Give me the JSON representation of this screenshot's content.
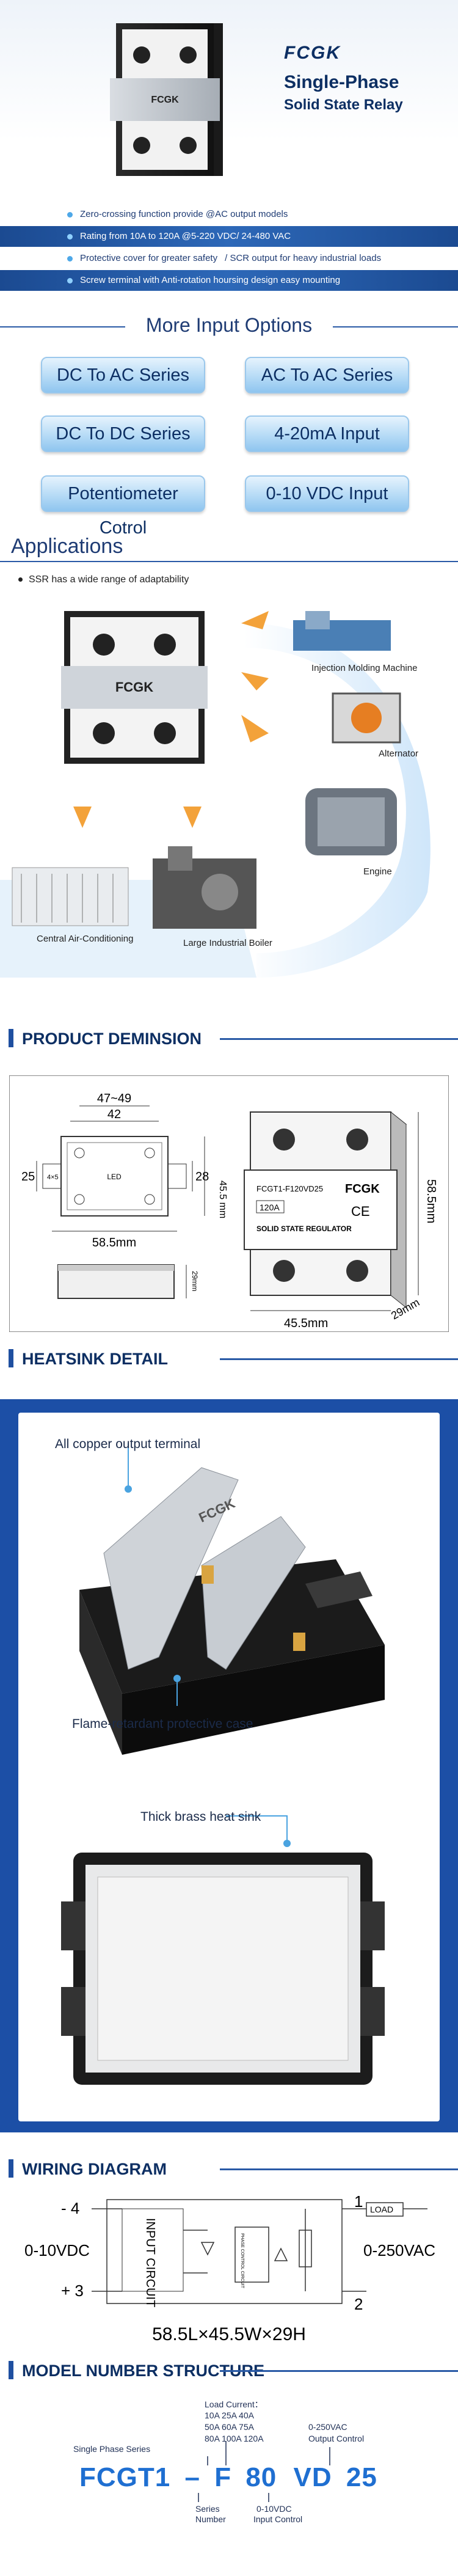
{
  "hero": {
    "brand": "FCGK",
    "title": "Single-Phase",
    "subtitle": "Solid State Relay",
    "device_brand": "FCGK",
    "features": [
      "Zero-crossing function provide @AC output models",
      "Rating from 10A to 120A @5-220 VDC/ 24-480 VAC",
      "Protective cover for greater safety",
      "/ SCR output for heavy industrial loads",
      "Screw terminal with  Anti-rotation hoursing design easy mounting"
    ]
  },
  "more_input": {
    "title": "More Input Options",
    "options": [
      "DC To AC Series",
      "AC To AC Series",
      "DC To DC Series",
      "4-20mA Input",
      "Potentiometer Cotrol",
      "0-10 VDC Input"
    ]
  },
  "applications": {
    "title": "Applications",
    "note": "SSR has a wide range of adaptability",
    "device_brand": "FCGK",
    "items": [
      "Injection Molding Machine",
      "Alternator",
      "Engine",
      "Central Air-Conditioning",
      "Large Industrial Boiler"
    ]
  },
  "dimension": {
    "title": "PRODUCT DEMINSION",
    "d_top_range": "47~49",
    "d_top": "42",
    "d_left": "25",
    "d_hole": "4×5",
    "d_right1": "28",
    "d_right2": "45.5 mm",
    "d_bottom": "58.5mm",
    "d_side": "29mm",
    "d_3d_height": "58.5mm",
    "d_3d_width": "45.5mm",
    "d_3d_depth": "29mm",
    "label_model": "FCGT1-F120VD25",
    "label_brand": "FCGK",
    "label_rating": "120A",
    "label_ce": "CE",
    "label_type": "SOLID STATE REGULATOR",
    "led": "LED"
  },
  "heatsink": {
    "title": "HEATSINK DETAIL",
    "label_copper": "All copper output terminal",
    "label_case": "Flame-retardant protective case",
    "label_brass": "Thick brass heat sink",
    "device_brand": "FCGK"
  },
  "wiring": {
    "title": "WIRING DIAGRAM",
    "pin_minus": "- 4",
    "pin_plus": "+ 3",
    "pin_1": "1",
    "pin_2": "2",
    "input": "0-10VDC",
    "output": "0-250VAC",
    "input_circuit": "INPUT CIRCUIT",
    "control": "PHASE CONTROL CIRCUIT",
    "load": "LOAD",
    "size": "58.5L×45.5W×29H"
  },
  "model": {
    "title": "MODEL NUMBER STRUCTURE",
    "load_title": "Load Current：",
    "load_lines": [
      "10A 25A 40A",
      "50A 60A 75A",
      "80A 100A 120A"
    ],
    "output_voltage": "0-250VAC",
    "output_control": "Output Control",
    "series_label": "Single Phase Series",
    "code_prefix": "FCGT1",
    "code_dash": "–",
    "code_f": "F",
    "code_80": "80",
    "code_vd": "VD",
    "code_25": "25",
    "series_number_1": "Series",
    "series_number_2": "Number",
    "input_control_1": "0-10VDC",
    "input_control_2": "Input Control"
  },
  "colors": {
    "brand_navy": "#0d2f63",
    "accent_blue": "#1f6fd1",
    "heatsink_bg": "#1c4fa6"
  }
}
